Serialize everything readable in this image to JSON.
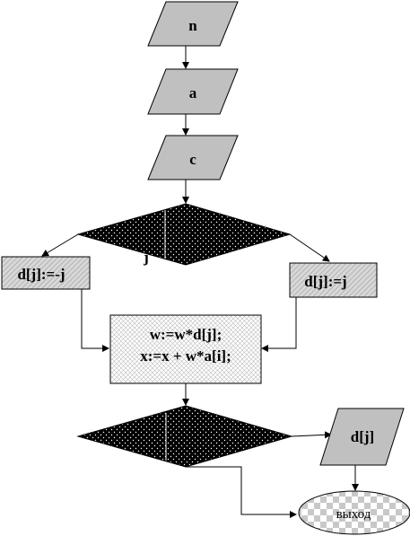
{
  "flowchart": {
    "input_n": "n",
    "input_a": "a",
    "input_c": "c",
    "condition_1": "j",
    "assign_minus": "d[j]:=-j",
    "assign_plus": "d[j]:=j",
    "process_line1": "w:=w*d[j];",
    "process_line2": "x:=x + w*a[i];",
    "output_d": "d[j]",
    "exit_label": "выход"
  },
  "colors": {
    "io_fill": "#c0c0c0",
    "dark_fill": "#000000",
    "line": "#000000"
  }
}
